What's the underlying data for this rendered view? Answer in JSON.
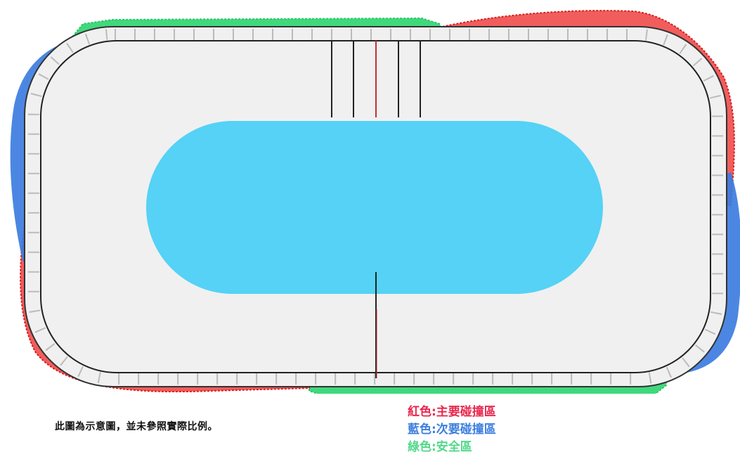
{
  "note": "此圖為示意圖，並未參照實際比例。",
  "legend": {
    "red": "紅色:主要碰撞區",
    "blue": "藍色:次要碰撞區",
    "green": "綠色:安全區"
  },
  "colors": {
    "red_zone": "#ef4b4b",
    "blue_zone": "#3c7de0",
    "green_zone": "#3fd97c",
    "red_text": "#e8284f",
    "blue_text": "#3d7fe0",
    "green_text": "#52d98a",
    "track_fill": "#f0f0f0",
    "infield": "#55d2f6",
    "start_line": "#c23030"
  }
}
